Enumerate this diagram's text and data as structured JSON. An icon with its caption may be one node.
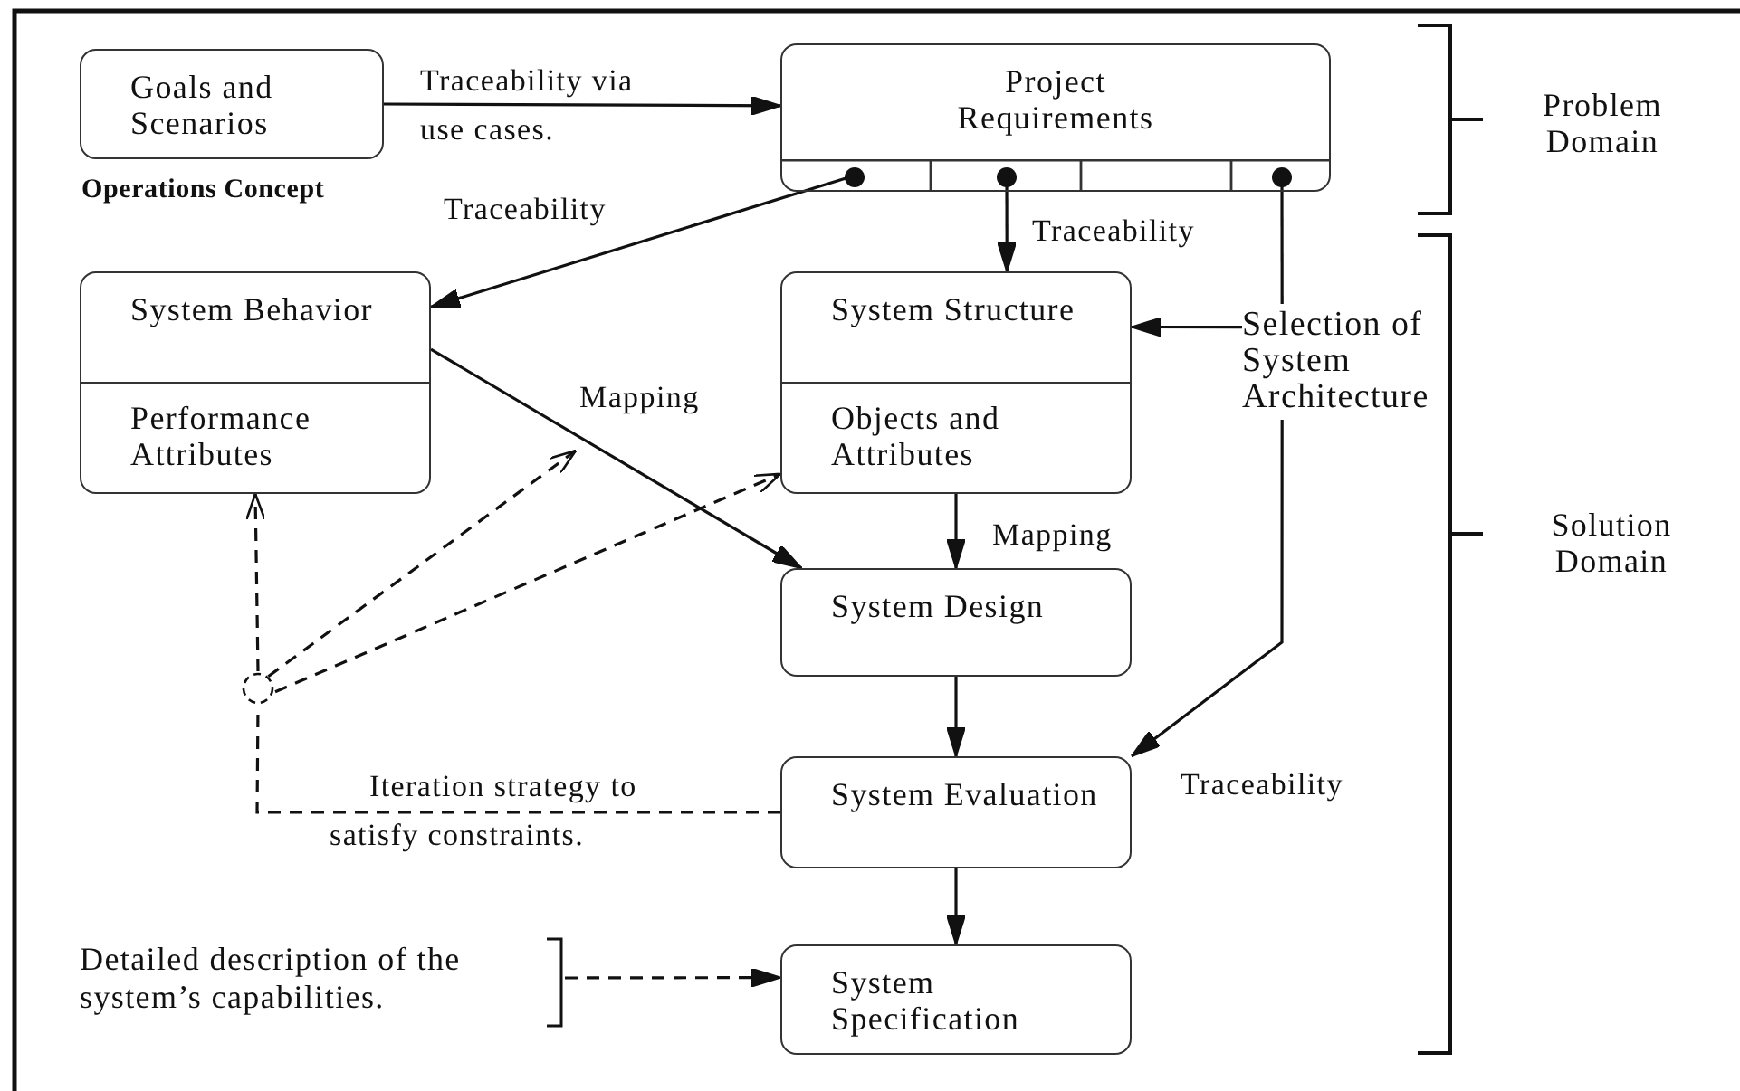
{
  "diagram": {
    "nodes": [
      {
        "text": [
          "Goals and Scenarios"
        ],
        "beside": [
          "Operations Concept"
        ]
      },
      {
        "text": [
          "Project Requirements"
        ]
      },
      {
        "text": [
          "System Behavior",
          "Performance Attributes"
        ]
      },
      {
        "text": [
          "System Structure",
          "Objects and Attributes"
        ]
      },
      {
        "text": [
          "System Design"
        ]
      },
      {
        "text": [
          "System Evaluation"
        ]
      },
      {
        "text": [
          "System Specification"
        ]
      },
      {
        "text": [
          "Selection of System Architecture"
        ]
      },
      {
        "text": [],
        "shape": "circle"
      },
      {
        "text": [
          "Detailed description of the system’s capabilities."
        ]
      }
    ],
    "edges": [
      {
        "from": 0,
        "to": 1,
        "arrow": "to",
        "label": "Traceability via use cases."
      },
      {
        "from": 1,
        "to": 2,
        "arrow": "to",
        "label": "Traceability"
      },
      {
        "from": 1,
        "to": 3,
        "arrow": "to",
        "label": "Traceability"
      },
      {
        "from": 1,
        "to": 7,
        "arrow": "none"
      },
      {
        "from": 7,
        "to": 3,
        "arrow": "to"
      },
      {
        "from": 7,
        "to": 5,
        "arrow": "to",
        "label": "Traceability"
      },
      {
        "from": 2,
        "to": 4,
        "arrow": "to",
        "label": "Mapping"
      },
      {
        "from": 3,
        "to": 4,
        "arrow": "to",
        "label": "Mapping"
      },
      {
        "from": 4,
        "to": 5,
        "arrow": "to"
      },
      {
        "from": 5,
        "to": 6,
        "arrow": "to"
      },
      {
        "from": 5,
        "to": 8,
        "arrow": "none",
        "style": "dashed",
        "label": "Iteration strategy to satisfy constraints."
      },
      {
        "from": 8,
        "to": 2,
        "arrow": "to",
        "style": "dashed"
      },
      {
        "from": 8,
        "to": null,
        "arrow": "to",
        "style": "dashed"
      },
      {
        "from": 8,
        "to": 3,
        "arrow": "to",
        "style": "dashed"
      },
      {
        "from": 9,
        "to": 6,
        "arrow": "to",
        "style": "dashed"
      }
    ],
    "labels": [
      "Problem Domain",
      "Solution Domain"
    ]
  }
}
